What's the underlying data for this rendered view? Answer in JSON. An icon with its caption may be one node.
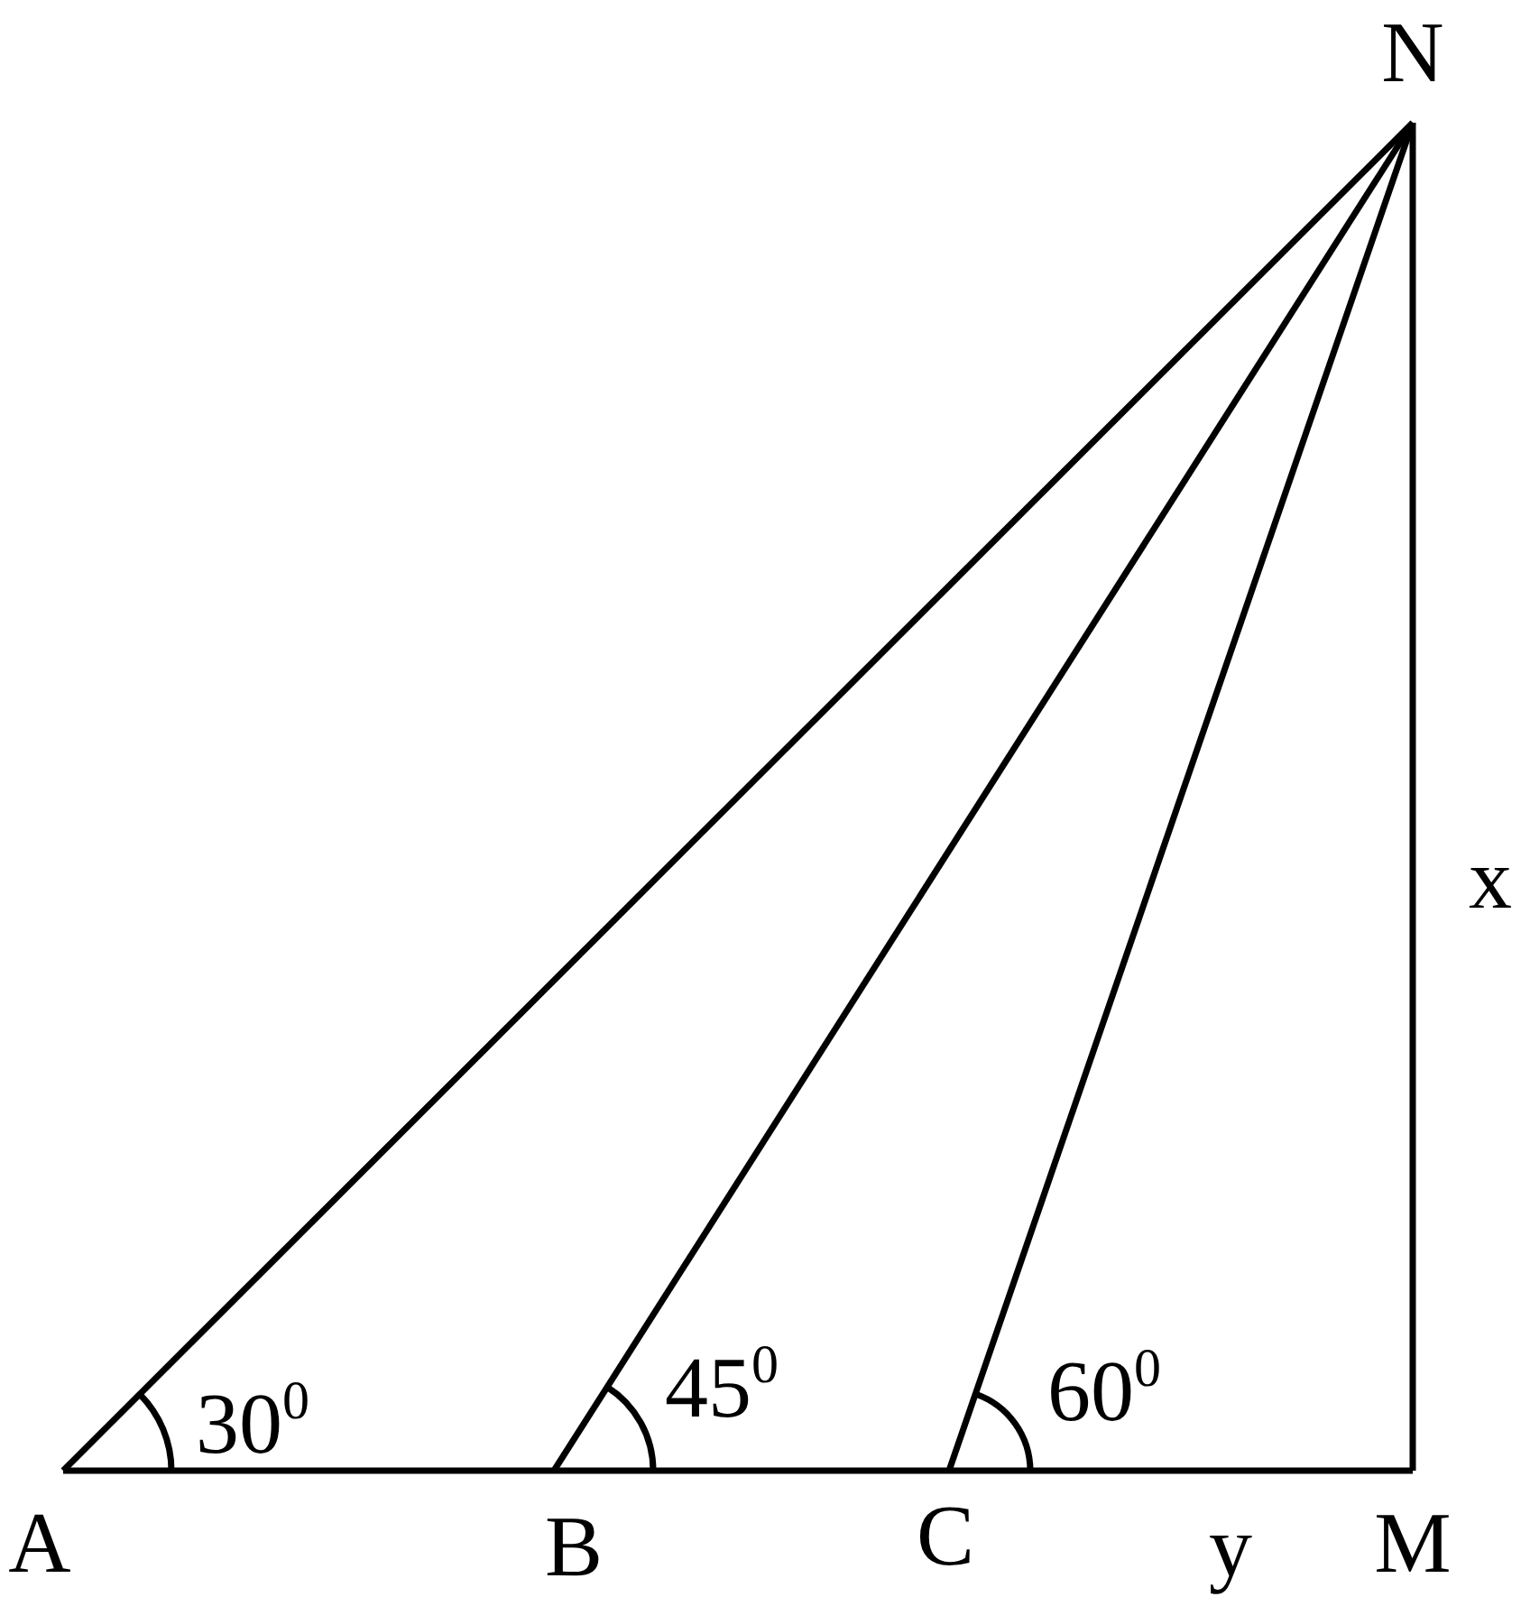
{
  "diagram": {
    "labels": [
      "N",
      "x",
      "30$^{0}$",
      "45$^{0}$",
      "60$^{0}$",
      "A",
      "B",
      "C",
      "y",
      "M"
    ]
  }
}
